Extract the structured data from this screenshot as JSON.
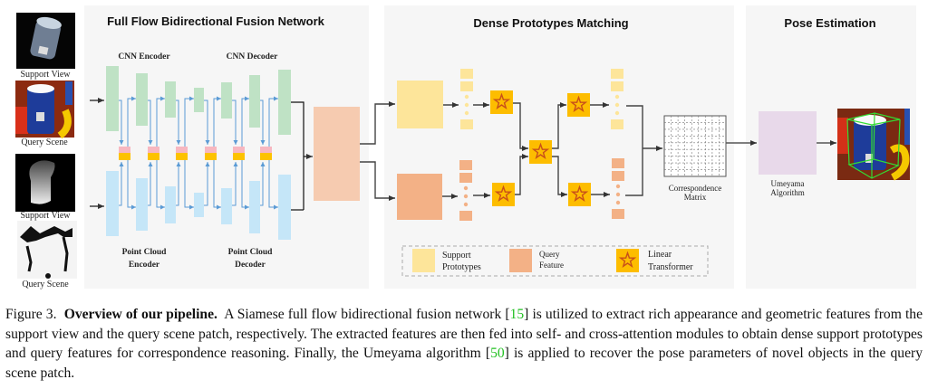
{
  "panels": {
    "fusion": {
      "title": "Full Flow Bidirectional Fusion Network"
    },
    "matching": {
      "title": "Dense Prototypes Matching"
    },
    "pose": {
      "title": "Pose Estimation"
    }
  },
  "inputs": [
    {
      "label": "Support View",
      "kind": "rgb"
    },
    {
      "label": "Query Scene",
      "kind": "rgb"
    },
    {
      "label": "Support View",
      "kind": "depth"
    },
    {
      "label": "Query Scene",
      "kind": "depth"
    }
  ],
  "network_labels": {
    "cnn_encoder": "CNN Encoder",
    "cnn_decoder": "CNN Decoder",
    "pc_encoder_1": "Point Cloud",
    "pc_encoder_2": "Encoder",
    "pc_decoder_1": "Point Cloud",
    "pc_decoder_2": "Decoder"
  },
  "matching_labels": {
    "correspondence_1": "Correspondence",
    "correspondence_2": "Matrix"
  },
  "legend": [
    {
      "line1": "Support",
      "line2": "Prototypes",
      "color": "#fde59a"
    },
    {
      "line1": "Query",
      "line2": "Feature",
      "color": "#f3b186"
    },
    {
      "line1": "Linear",
      "line2": "Transformer",
      "color": "#fdbd00"
    }
  ],
  "pose_labels": {
    "umeyama_1": "Umeyama",
    "umeyama_2": "Algorithm"
  },
  "colors": {
    "panel_bg": "#f6f6f6",
    "cnn_green": "#bfe2c5",
    "pc_blue": "#c5e6f8",
    "fusion_pink": "#f7b7c0",
    "fusion_yellow": "#fdc200",
    "fused_feature": "#f6cbb0",
    "support_proto": "#fde59a",
    "query_feat": "#f3b186",
    "transformer": "#fdbd00",
    "star": "#c8501a",
    "umeyama": "#e8d9ea",
    "arrow_blue": "#5b9bd5",
    "citation": "#22c022"
  },
  "caption": {
    "figure_label": "Figure 3.",
    "bold_title": "Overview of our pipeline.",
    "part1": "A Siamese full flow bidirectional fusion network [",
    "cite1": "15",
    "part2": "] is utilized to extract rich appearance and geometric features from the support view and the query scene patch, respectively.  The extracted features are then fed into self- and cross-attention modules to obtain dense support prototypes and query features for correspondence reasoning.  Finally, the Umeyama algorithm [",
    "cite2": "50",
    "part3": "] is applied to recover the pose parameters of novel objects in the query scene patch."
  }
}
